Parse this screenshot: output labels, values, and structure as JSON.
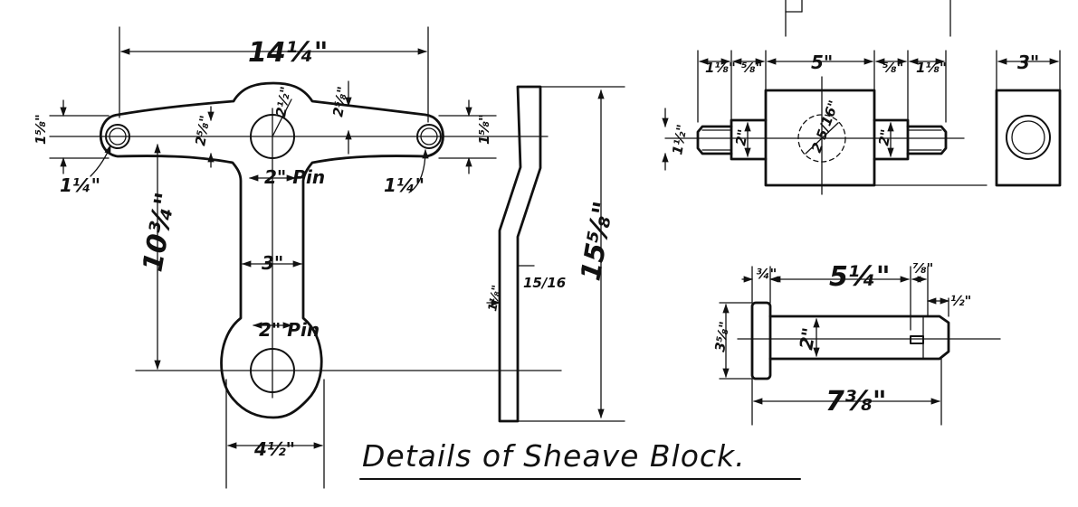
{
  "title": "Details of Sheave Block.",
  "arm_view": {
    "overall_width": "14¼\"",
    "hub_radius_label": "2½\"",
    "arm_depth_top": "2⅝\"",
    "arm_depth_left": "2⅝\"",
    "end_height_left": "1⅝\"",
    "end_height_right": "1⅝\"",
    "end_hole_left": "1¼\"",
    "end_hole_right": "1¼\"",
    "upper_pin": "2\" Pin",
    "stem_length": "10¾\"",
    "stem_width": "3\"",
    "lower_pin": "2\" Pin",
    "bottom_width": "4½\""
  },
  "side_view": {
    "height": "15⅝\"",
    "thickness_a": "15/16",
    "thickness_b": "1⅛\""
  },
  "sheave_block": {
    "left_collar": "1⅛\"",
    "left_shoulder": "⅝\"",
    "body_length": "5\"",
    "right_shoulder": "⅝\"",
    "right_collar": "1⅛\"",
    "end_width": "3\"",
    "journal_left": "1½\"",
    "neck_left": "2\"",
    "bore": "2 5/16\"",
    "neck_right": "2\""
  },
  "pin_detail": {
    "head_thickness": "¾\"",
    "shank_length": "5¼\"",
    "slot_width": "⅞\"",
    "tip_length": "½\"",
    "head_diameter": "3⅝\"",
    "shank_diameter": "2\"",
    "overall_length": "7⅜\""
  }
}
